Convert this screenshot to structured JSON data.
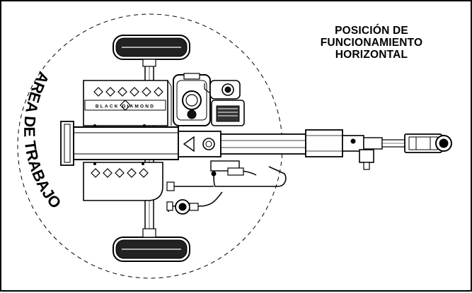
{
  "heading": {
    "line1": "POSICIÓN DE",
    "line2": "FUNCIONAMIENTO",
    "line3": "HORIZONTAL"
  },
  "zone_label": "AREA DE TRABAJO",
  "brand_plate_text": "BLACK DIAMOND",
  "colors": {
    "ink": "#000000",
    "paper": "#ffffff",
    "tire": "#111111"
  }
}
